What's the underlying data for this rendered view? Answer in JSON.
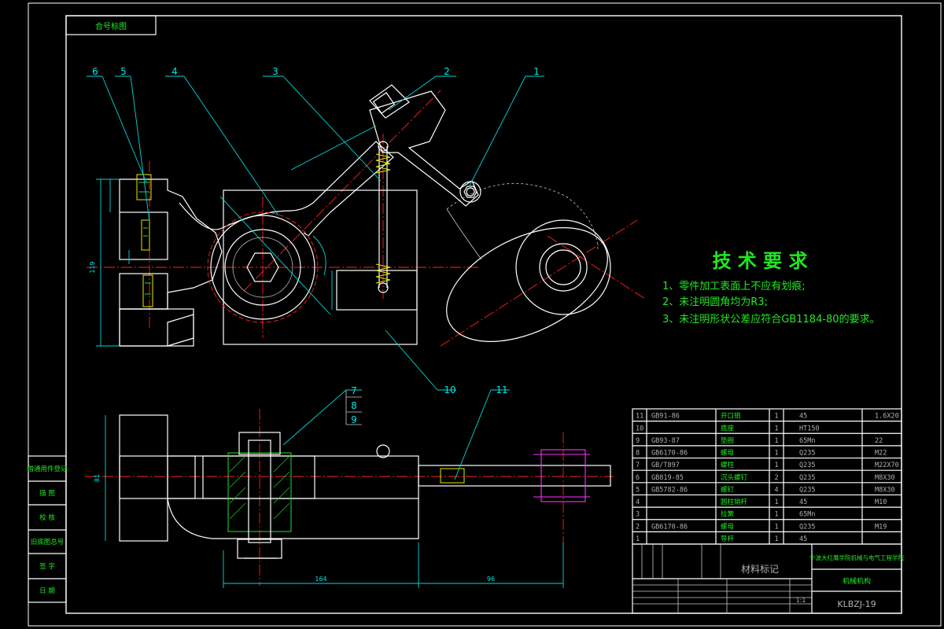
{
  "top_stamp": "合号标图",
  "tech_requirements": {
    "title": "技 术 要 求",
    "items": [
      "1、零件加工表面上不应有划痕;",
      "2、未注明圆角均为R3;",
      "3、未注明形状公差应符合GB1184-80的要求。"
    ]
  },
  "balloons": {
    "b1": "1",
    "b2": "2",
    "b3": "3",
    "b4": "4",
    "b5": "5",
    "b6": "6",
    "b7": "7",
    "b8": "8",
    "b9": "9",
    "b10": "10",
    "b11": "11"
  },
  "dimensions": {
    "overall_height": "119",
    "lower_height": "81",
    "len_left": "164",
    "len_right": "96"
  },
  "left_margin_cells": [
    "借通用件登记",
    "描 图",
    "校 核",
    "旧底图总号",
    "签 字",
    "日 期"
  ],
  "parts_list": [
    {
      "no": "11",
      "std": "GB91-86",
      "name": "开口销",
      "qty": "1",
      "mat": "45",
      "note": "1.6X20"
    },
    {
      "no": "10",
      "std": "",
      "name": "底座",
      "qty": "1",
      "mat": "HT150",
      "note": ""
    },
    {
      "no": "9",
      "std": "GB93-87",
      "name": "垫圈",
      "qty": "1",
      "mat": "65Mn",
      "note": "22"
    },
    {
      "no": "8",
      "std": "GB6170-86",
      "name": "螺母",
      "qty": "1",
      "mat": "Q235",
      "note": "M22"
    },
    {
      "no": "7",
      "std": "GB/T897",
      "name": "螺柱",
      "qty": "1",
      "mat": "Q235",
      "note": "M22X70"
    },
    {
      "no": "6",
      "std": "GB819-85",
      "name": "沉头螺钉",
      "qty": "2",
      "mat": "Q235",
      "note": "M8X30"
    },
    {
      "no": "5",
      "std": "GB5782-86",
      "name": "螺钉",
      "qty": "4",
      "mat": "Q235",
      "note": "M8X30"
    },
    {
      "no": "4",
      "std": "",
      "name": "圆柱销杆",
      "qty": "1",
      "mat": "45",
      "note": "M10"
    },
    {
      "no": "3",
      "std": "",
      "name": "拉簧",
      "qty": "1",
      "mat": "65Mn",
      "note": ""
    },
    {
      "no": "2",
      "std": "GB6170-86",
      "name": "螺母",
      "qty": "1",
      "mat": "Q235",
      "note": "M19"
    },
    {
      "no": "1",
      "std": "",
      "name": "导杆",
      "qty": "1",
      "mat": "45",
      "note": ""
    }
  ],
  "title_block": {
    "school": "宁波大红鹰学院机械与电气工程学院",
    "material_mark": "材料标记",
    "drawing_name": "机械机构",
    "drawing_no": "KLBZJ-19",
    "scale": "1:1"
  }
}
